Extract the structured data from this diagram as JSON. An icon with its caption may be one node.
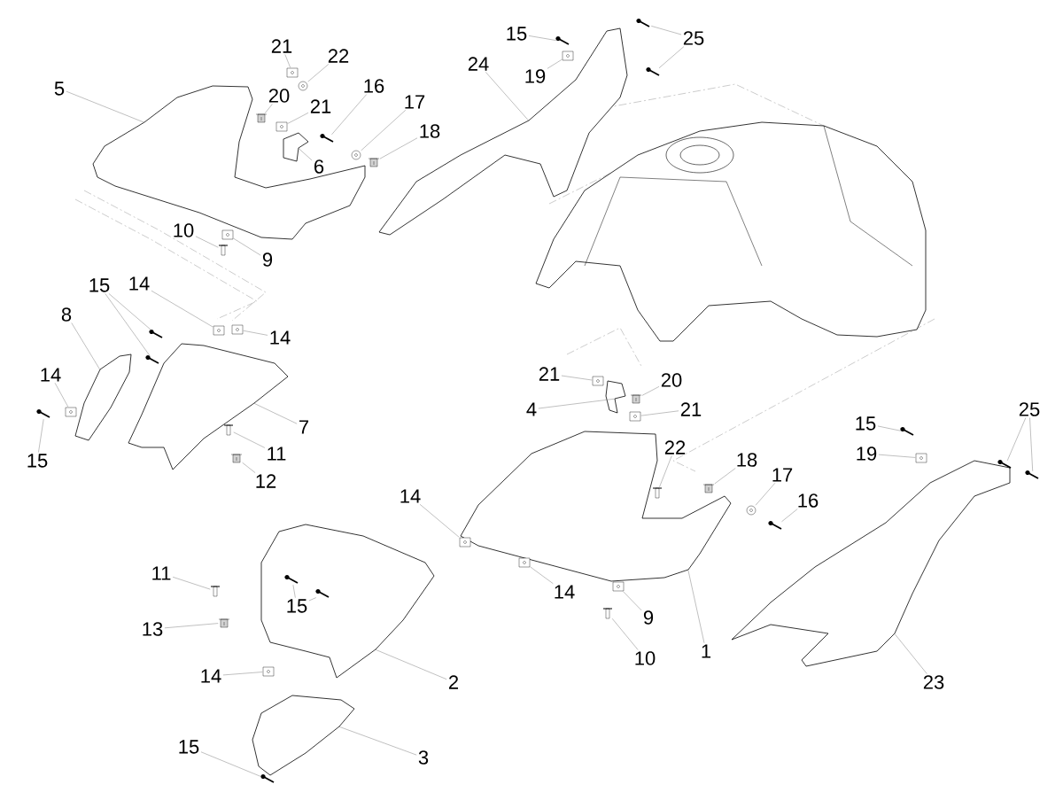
{
  "diagram": {
    "nodes": [
      {
        "text": [
          "21"
        ]
      },
      {
        "text": [],
        "shape": "picture"
      },
      {
        "text": [
          "22"
        ]
      },
      {
        "text": [],
        "shape": "picture"
      },
      {
        "text": [
          "5"
        ]
      },
      {
        "text": [],
        "shape": "picture"
      },
      {
        "text": [
          "20"
        ]
      },
      {
        "text": [],
        "shape": "picture"
      },
      {
        "text": [
          "16"
        ]
      },
      {
        "text": [],
        "shape": "picture"
      },
      {
        "text": [
          "21"
        ]
      },
      {
        "text": [],
        "shape": "picture"
      },
      {
        "text": [
          "17"
        ]
      },
      {
        "text": [],
        "shape": "picture"
      },
      {
        "text": [
          "18"
        ]
      },
      {
        "text": [],
        "shape": "picture"
      },
      {
        "text": [
          "6"
        ]
      },
      {
        "text": [],
        "shape": "picture"
      },
      {
        "text": [
          "15"
        ]
      },
      {
        "text": [],
        "shape": "picture"
      },
      {
        "text": [
          "19"
        ]
      },
      {
        "text": [],
        "shape": "picture"
      },
      {
        "text": [
          "24"
        ]
      },
      {
        "text": [],
        "shape": "picture"
      },
      {
        "text": [
          "25"
        ]
      },
      {
        "text": [],
        "shape": "picture"
      },
      {
        "text": [],
        "shape": "picture"
      },
      {
        "text": [
          "10"
        ]
      },
      {
        "text": [],
        "shape": "picture"
      },
      {
        "text": [
          "9"
        ]
      },
      {
        "text": [],
        "shape": "picture"
      },
      {
        "text": [
          "14"
        ]
      },
      {
        "text": [],
        "shape": "picture"
      },
      {
        "text": [
          "15"
        ]
      },
      {
        "text": [],
        "shape": "picture"
      },
      {
        "text": [],
        "shape": "picture"
      },
      {
        "text": [
          "14"
        ]
      },
      {
        "text": [],
        "shape": "picture"
      },
      {
        "text": [
          "8"
        ]
      },
      {
        "text": [],
        "shape": "picture"
      },
      {
        "text": [
          "14"
        ]
      },
      {
        "text": [],
        "shape": "picture"
      },
      {
        "text": [
          "15"
        ]
      },
      {
        "text": [],
        "shape": "picture"
      },
      {
        "text": [
          "7"
        ]
      },
      {
        "text": [],
        "shape": "picture"
      },
      {
        "text": [
          "11"
        ]
      },
      {
        "text": [],
        "shape": "picture"
      },
      {
        "text": [
          "12"
        ]
      },
      {
        "text": [],
        "shape": "picture"
      },
      {
        "text": [
          "21"
        ]
      },
      {
        "text": [],
        "shape": "picture"
      },
      {
        "text": [
          "20"
        ]
      },
      {
        "text": [],
        "shape": "picture"
      },
      {
        "text": [
          "4"
        ]
      },
      {
        "text": [],
        "shape": "picture"
      },
      {
        "text": [
          "21"
        ]
      },
      {
        "text": [],
        "shape": "picture"
      },
      {
        "text": [
          "15"
        ]
      },
      {
        "text": [],
        "shape": "picture"
      },
      {
        "text": [
          "25"
        ]
      },
      {
        "text": [],
        "shape": "picture"
      },
      {
        "text": [],
        "shape": "picture"
      },
      {
        "text": [
          "19"
        ]
      },
      {
        "text": [],
        "shape": "picture"
      },
      {
        "text": [
          "22"
        ]
      },
      {
        "text": [],
        "shape": "picture"
      },
      {
        "text": [
          "18"
        ]
      },
      {
        "text": [],
        "shape": "picture"
      },
      {
        "text": [
          "17"
        ]
      },
      {
        "text": [],
        "shape": "picture"
      },
      {
        "text": [
          "16"
        ]
      },
      {
        "text": [],
        "shape": "picture"
      },
      {
        "text": [
          "14"
        ]
      },
      {
        "text": [],
        "shape": "picture"
      },
      {
        "text": [
          "11"
        ]
      },
      {
        "text": [],
        "shape": "picture"
      },
      {
        "text": [
          "15"
        ],
        "in": 93
      },
      {
        "text": [],
        "shape": "picture",
        "in": 93
      },
      {
        "text": [],
        "shape": "picture",
        "in": 93
      },
      {
        "text": [
          "14"
        ]
      },
      {
        "text": [],
        "shape": "picture"
      },
      {
        "text": [
          "9"
        ]
      },
      {
        "text": [],
        "shape": "picture"
      },
      {
        "text": [
          "13"
        ]
      },
      {
        "text": [],
        "shape": "picture"
      },
      {
        "text": [
          "10"
        ]
      },
      {
        "text": [],
        "shape": "picture"
      },
      {
        "text": [
          "1"
        ]
      },
      {
        "text": [],
        "shape": "picture"
      },
      {
        "text": [
          "14"
        ]
      },
      {
        "text": [],
        "shape": "picture"
      },
      {
        "text": [
          "2"
        ]
      },
      {
        "text": [],
        "shape": "picture"
      },
      {
        "text": [
          "23"
        ]
      },
      {
        "text": [],
        "shape": "picture"
      },
      {
        "text": [
          "3"
        ]
      },
      {
        "text": [],
        "shape": "picture"
      },
      {
        "text": [
          "15"
        ]
      },
      {
        "text": [],
        "shape": "picture"
      }
    ],
    "edges": [
      {
        "from": 0,
        "to": 1,
        "arrow": "none"
      },
      {
        "from": 2,
        "to": 3,
        "arrow": "none"
      },
      {
        "from": 4,
        "to": 5,
        "arrow": "none"
      },
      {
        "from": 6,
        "to": 7,
        "arrow": "none"
      },
      {
        "from": 8,
        "to": 9,
        "arrow": "none"
      },
      {
        "from": 10,
        "to": 11,
        "arrow": "none"
      },
      {
        "from": 12,
        "to": 13,
        "arrow": "none"
      },
      {
        "from": 14,
        "to": 15,
        "arrow": "none"
      },
      {
        "from": 16,
        "to": 17,
        "arrow": "none"
      },
      {
        "from": 18,
        "to": 19,
        "arrow": "none"
      },
      {
        "from": 20,
        "to": 21,
        "arrow": "none"
      },
      {
        "from": 22,
        "to": 23,
        "arrow": "none"
      },
      {
        "from": 24,
        "to": 25,
        "arrow": "none"
      },
      {
        "from": 24,
        "to": 26,
        "arrow": "none"
      },
      {
        "from": 27,
        "to": 28,
        "arrow": "none"
      },
      {
        "from": 29,
        "to": 30,
        "arrow": "none"
      },
      {
        "from": 31,
        "to": 32,
        "arrow": "none"
      },
      {
        "from": 33,
        "to": 34,
        "arrow": "none"
      },
      {
        "from": 33,
        "to": 35,
        "arrow": "none"
      },
      {
        "from": 36,
        "to": 37,
        "arrow": "none"
      },
      {
        "from": 38,
        "to": 39,
        "arrow": "none"
      },
      {
        "from": 40,
        "to": 41,
        "arrow": "none"
      },
      {
        "from": 42,
        "to": 43,
        "arrow": "none"
      },
      {
        "from": 44,
        "to": 45,
        "arrow": "none"
      },
      {
        "from": 46,
        "to": 47,
        "arrow": "none"
      },
      {
        "from": 48,
        "to": 49,
        "arrow": "none"
      },
      {
        "from": 50,
        "to": 51,
        "arrow": "none"
      },
      {
        "from": 52,
        "to": 53,
        "arrow": "none"
      },
      {
        "from": 54,
        "to": 55,
        "arrow": "none"
      },
      {
        "from": 56,
        "to": 57,
        "arrow": "none"
      },
      {
        "from": 58,
        "to": 59,
        "arrow": "none"
      },
      {
        "from": 60,
        "to": 61,
        "arrow": "none"
      },
      {
        "from": 60,
        "to": 62,
        "arrow": "none"
      },
      {
        "from": 63,
        "to": 64,
        "arrow": "none"
      },
      {
        "from": 65,
        "to": 66,
        "arrow": "none"
      },
      {
        "from": 67,
        "to": 68,
        "arrow": "none"
      },
      {
        "from": 69,
        "to": 70,
        "arrow": "none"
      },
      {
        "from": 71,
        "to": 72,
        "arrow": "none"
      },
      {
        "from": 73,
        "to": 74,
        "arrow": "none"
      },
      {
        "from": 75,
        "to": 76,
        "arrow": "none"
      },
      {
        "from": 77,
        "to": 78,
        "arrow": "none"
      },
      {
        "from": 77,
        "to": 79,
        "arrow": "none"
      },
      {
        "from": 80,
        "to": 81,
        "arrow": "none"
      },
      {
        "from": 82,
        "to": 83,
        "arrow": "none"
      },
      {
        "from": 84,
        "to": 85,
        "arrow": "none"
      },
      {
        "from": 86,
        "to": 87,
        "arrow": "none"
      },
      {
        "from": 88,
        "to": 89,
        "arrow": "none"
      },
      {
        "from": 90,
        "to": 91,
        "arrow": "none"
      },
      {
        "from": 92,
        "to": 93,
        "arrow": "none"
      },
      {
        "from": 94,
        "to": 95,
        "arrow": "none"
      },
      {
        "from": 96,
        "to": 97,
        "arrow": "none"
      },
      {
        "from": 98,
        "to": 99,
        "arrow": "none"
      }
    ]
  }
}
